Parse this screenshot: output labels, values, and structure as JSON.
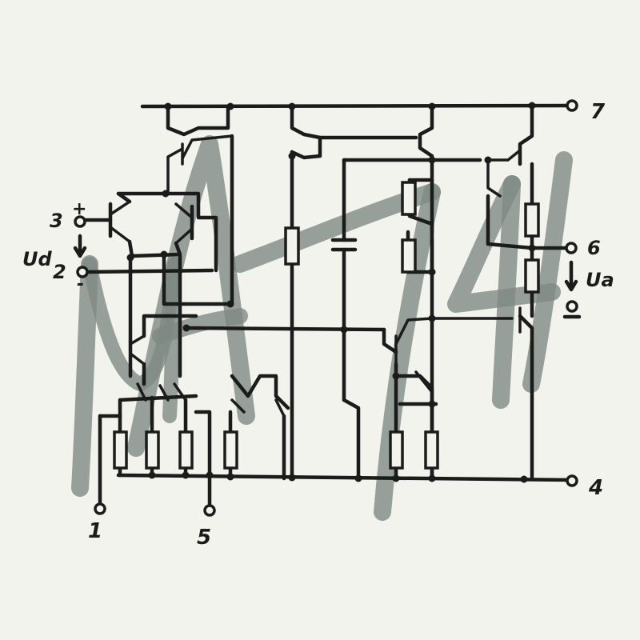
{
  "colors": {
    "background": "#f3f3ee",
    "ink": "#1b1b1b",
    "watermark": "#7e8a84"
  },
  "watermark": {
    "text": "μA 741"
  },
  "pins": {
    "pin_1": "1",
    "pin_2": "2",
    "pin_3": "3",
    "pin_4": "4",
    "pin_5": "5",
    "pin_6": "6",
    "pin_7": "7"
  },
  "labels": {
    "ud_main": "Ud",
    "ud_sub": "2",
    "plus": "+",
    "minus": "-",
    "ua": "Ua"
  }
}
